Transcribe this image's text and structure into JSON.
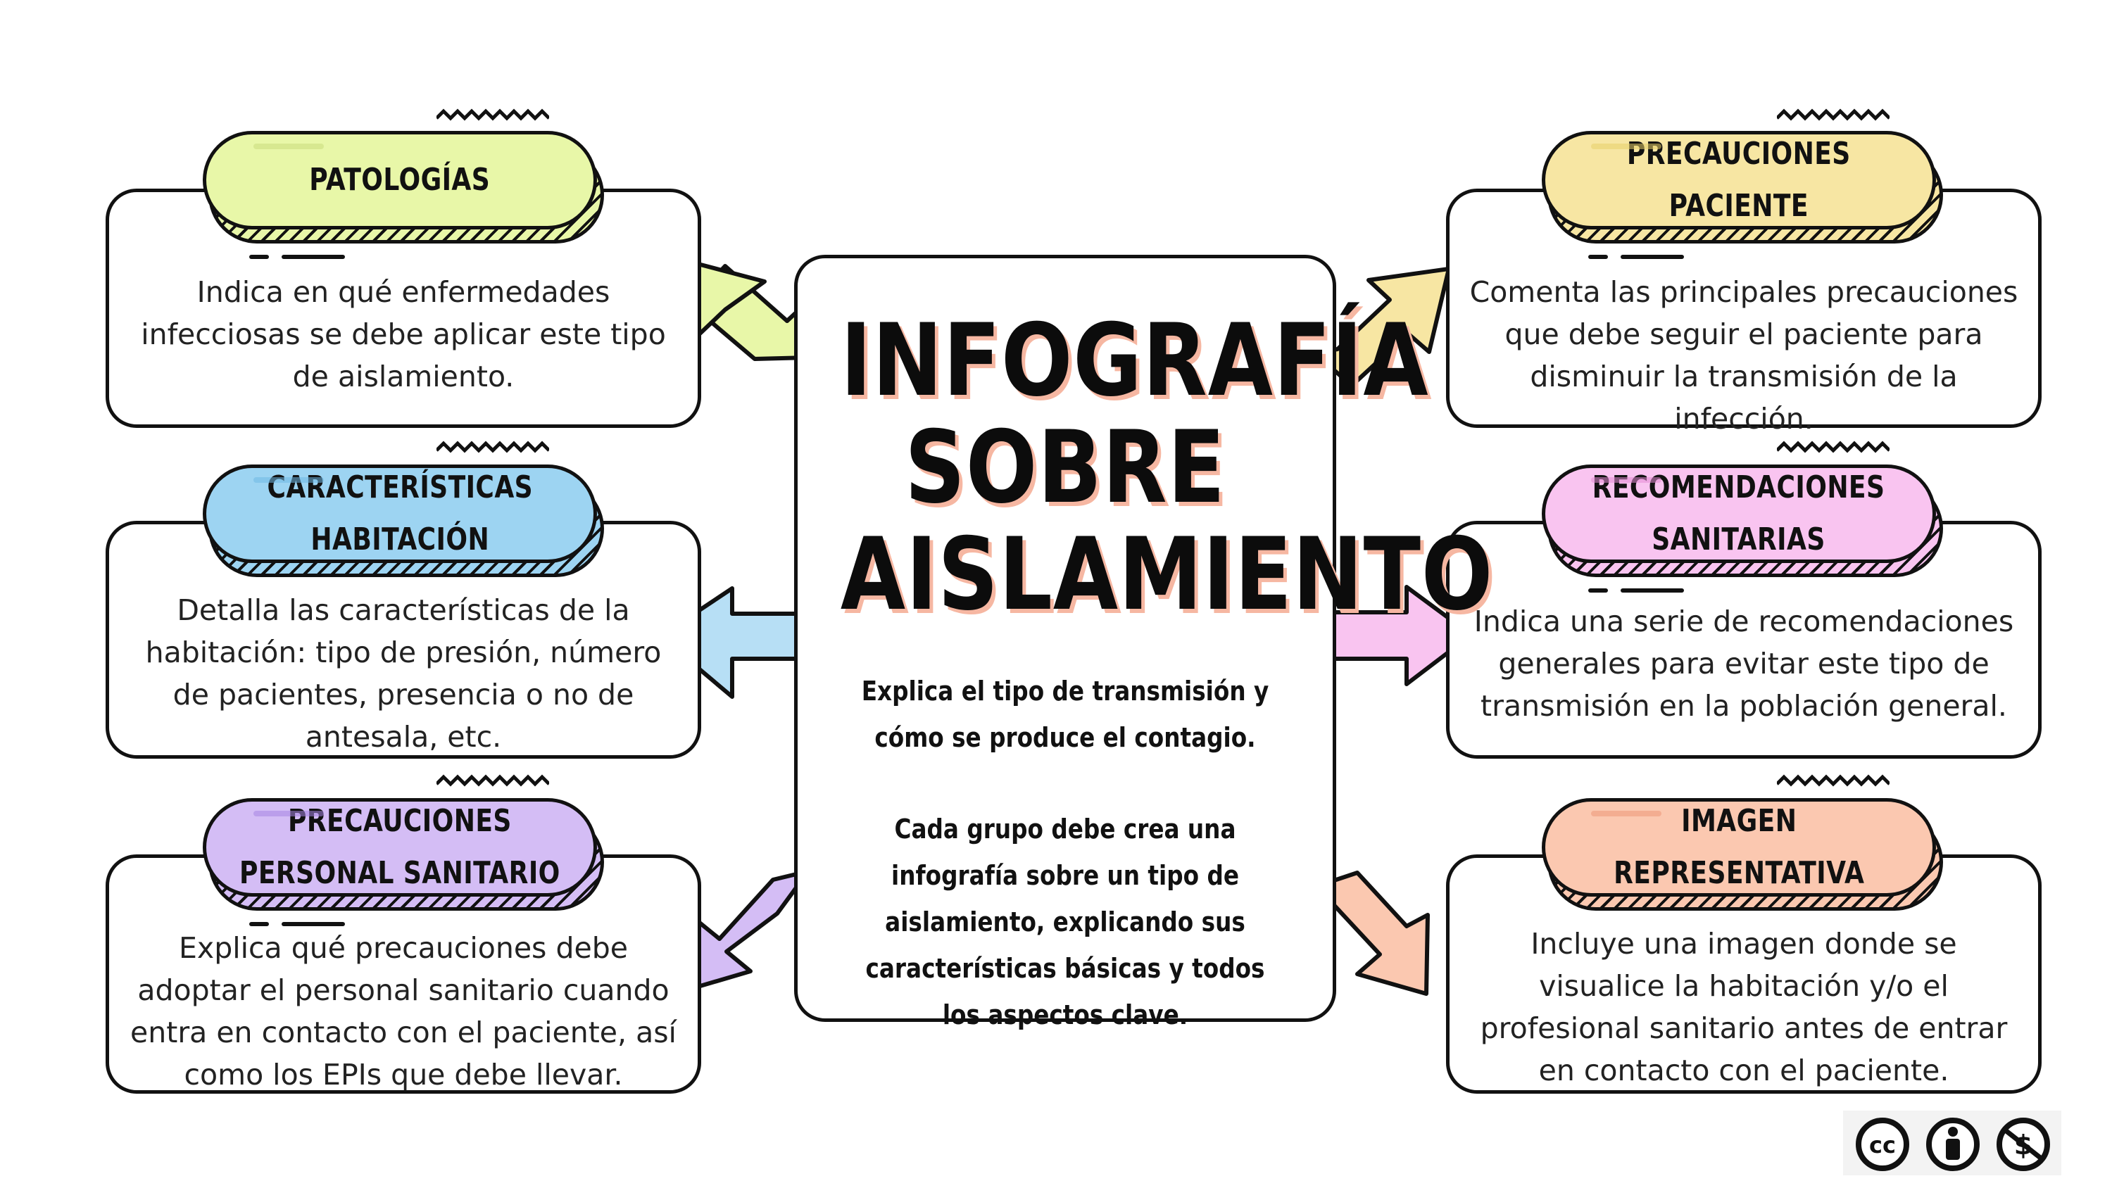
{
  "title": "INFOGRAFÍA SOBRE AISLAMIENTO",
  "center_text": {
    "p1": "Explica el tipo de transmisión y cómo se produce el contagio.",
    "p2": "Cada grupo debe crea una infografía sobre un tipo de aislamiento, explicando sus características básicas y todos los aspectos clave."
  },
  "boxes": {
    "patologias": {
      "label": "PATOLOGÍAS",
      "text": "Indica en qué enfermedades infecciosas se debe aplicar este tipo de aislamiento.",
      "color": "#e8f7a8"
    },
    "caracteristicas": {
      "label_line1": "CARACTERÍSTICAS",
      "label_line2": "HABITACIÓN",
      "text": "Detalla las características de la habitación: tipo de presión, número de pacientes, presencia o no de antesala, etc.",
      "color": "#9dd4f2"
    },
    "precauciones_personal": {
      "label_line1": "PRECAUCIONES",
      "label_line2": "PERSONAL SANITARIO",
      "text": "Explica qué precauciones debe adoptar el personal sanitario cuando entra en contacto con el paciente, así como los EPIs que debe llevar.",
      "color": "#d4bdf5"
    },
    "precauciones_paciente": {
      "label_line1": "PRECAUCIONES",
      "label_line2": "PACIENTE",
      "text": "Comenta las principales precauciones que debe seguir el paciente para disminuir la transmisión de la infección.",
      "color": "#f7e6a3"
    },
    "recomendaciones": {
      "label_line1": "RECOMENDACIONES",
      "label_line2": "SANITARIAS",
      "text": "Indica una serie de recomendaciones generales para evitar este tipo de transmisión en la población general.",
      "color": "#f9c4f0"
    },
    "imagen": {
      "label_line1": "IMAGEN",
      "label_line2": "REPRESENTATIVA",
      "text": "Incluye una imagen donde se visualice la habitación y/o el profesional sanitario antes de entrar en contacto con el paciente.",
      "color": "#fbc8b0"
    }
  },
  "license_icons": [
    "cc-icon",
    "by-icon",
    "nc-icon"
  ]
}
